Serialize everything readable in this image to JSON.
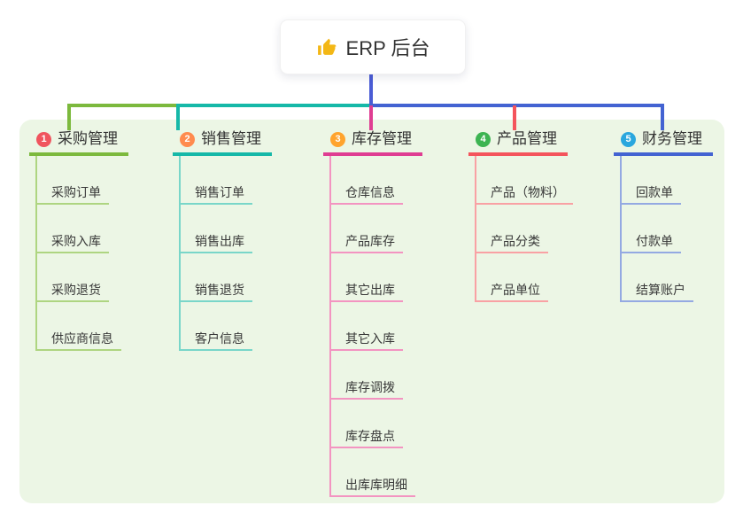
{
  "root": {
    "label": "ERP 后台",
    "icon": "thumbs-up"
  },
  "colors": {
    "panel_bg": "#ecf6e5",
    "card_bg": "#ffffff",
    "stem_blue": "#4a5cd5",
    "text": "#333333",
    "icon_yellow": "#f3b715"
  },
  "branches": [
    {
      "num": "1",
      "label": "采购管理",
      "line_color": "#7cb93d",
      "child_line_color": "#aed581",
      "badge_color": "#f0545e",
      "children": [
        "采购订单",
        "采购入库",
        "采购退货",
        "供应商信息"
      ]
    },
    {
      "num": "2",
      "label": "销售管理",
      "line_color": "#16b8a8",
      "child_line_color": "#79d6c9",
      "badge_color": "#ff8b4e",
      "children": [
        "销售订单",
        "销售出库",
        "销售退货",
        "客户信息"
      ]
    },
    {
      "num": "3",
      "label": "库存管理",
      "line_color": "#df3d92",
      "child_line_color": "#f394c1",
      "badge_color": "#ffa42e",
      "children": [
        "仓库信息",
        "产品库存",
        "其它出库",
        "其它入库",
        "库存调拨",
        "库存盘点",
        "出库库明细"
      ]
    },
    {
      "num": "4",
      "label": "产品管理",
      "line_color": "#f4545c",
      "child_line_color": "#f9a1a4",
      "badge_color": "#3db452",
      "children": [
        "产品（物料）",
        "产品分类",
        "产品单位"
      ]
    },
    {
      "num": "5",
      "label": "财务管理",
      "line_color": "#4363d2",
      "child_line_color": "#94a9e2",
      "badge_color": "#2aa7de",
      "children": [
        "回款单",
        "付款单",
        "结算账户"
      ]
    }
  ]
}
